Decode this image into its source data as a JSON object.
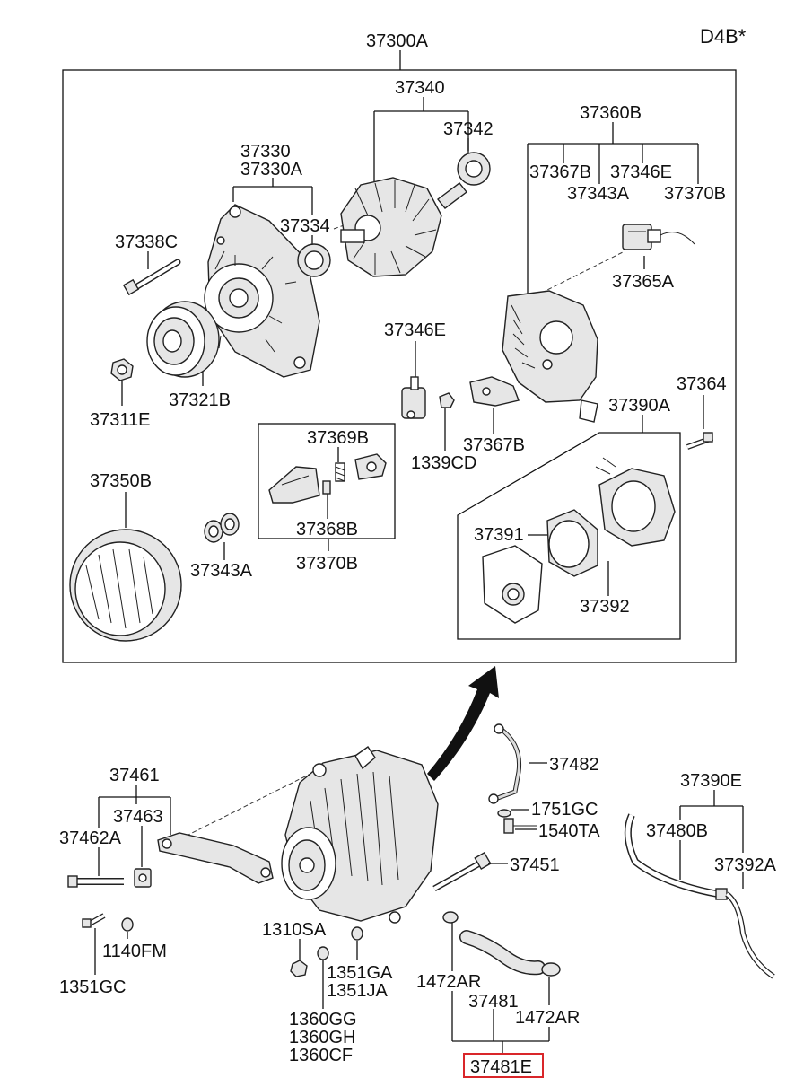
{
  "engine_code": "D4B*",
  "highlight_color": "#d9262a",
  "labels": {
    "alternator_assy": "37300A",
    "rotor_assy": "37340",
    "bearing_rear": "37342",
    "rectifier_group": "37360B",
    "front_bracket_a": "37330",
    "front_bracket_b": "37330A",
    "bearing_front": "37334",
    "rectifier_sub1": "37367B",
    "rectifier_sub2": "37346E",
    "rectifier_sub3": "37343A",
    "rectifier_sub4": "37370B",
    "through_bolt": "37338C",
    "connector": "37365A",
    "pulley": "37321B",
    "nut": "37311E",
    "terminal_bolt": "37346E",
    "rear_bolt": "37364",
    "brush_holder": "37369B",
    "terminal_nut": "1339CD",
    "rectifier_part": "37367B",
    "vacuum_pump": "37390A",
    "stator": "37350B",
    "brush_spring": "37368B",
    "regulator": "37370B",
    "insulator": "37343A",
    "pump_rotor": "37391",
    "pump_body": "37392",
    "bracket_group": "37461",
    "oil_pipe": "37482",
    "vacuum_hose_group": "37390E",
    "bracket_sub1": "37463",
    "bracket_sub2": "37462A",
    "eye_bolt_gasket": "1751GC",
    "eye_bolt": "1540TA",
    "hose_sub1": "37480B",
    "hose_sub2": "37392A",
    "mount_bolt": "37451",
    "washer": "1140FM",
    "nut_sa": "1310SA",
    "bolt_gc": "1351GC",
    "washer_ga": "1351GA",
    "washer_ja": "1351JA",
    "clamp_l": "1472AR",
    "hose": "37481",
    "clamp_r": "1472AR",
    "bolt_gg": "1360GG",
    "bolt_gh": "1360GH",
    "bolt_cf": "1360CF",
    "hose_assy": "37481E"
  }
}
